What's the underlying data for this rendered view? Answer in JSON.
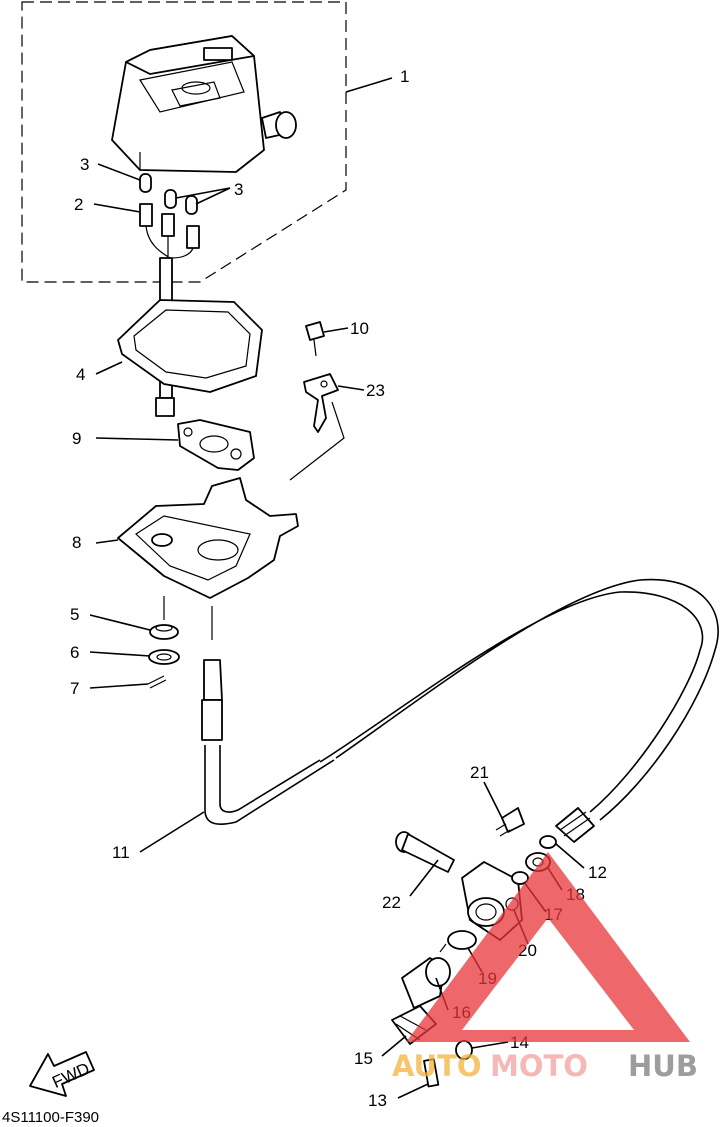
{
  "diagram": {
    "code": "4S11100-F390",
    "fwd_label": "FWD",
    "watermark": {
      "auto": "AUTO",
      "moto": "MOTO",
      "hub": "HUB"
    },
    "callouts": [
      "1",
      "2",
      "3",
      "3",
      "4",
      "5",
      "6",
      "7",
      "8",
      "9",
      "10",
      "11",
      "12",
      "13",
      "14",
      "15",
      "16",
      "17",
      "18",
      "19",
      "20",
      "21",
      "22",
      "23"
    ]
  }
}
